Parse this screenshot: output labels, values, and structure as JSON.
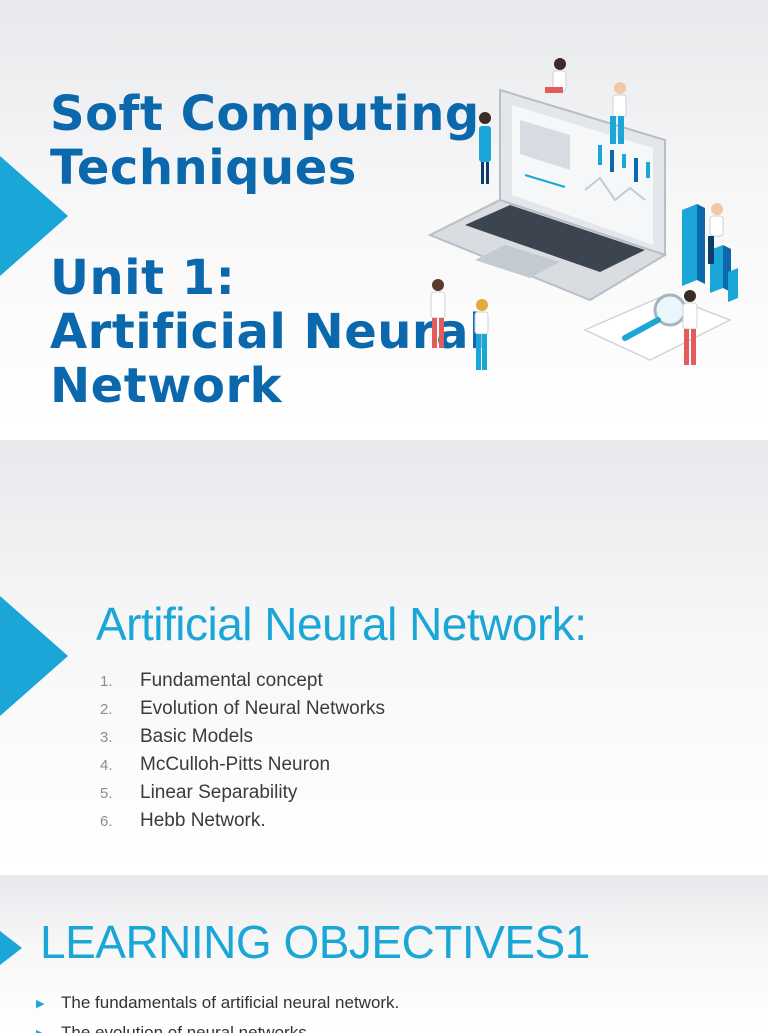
{
  "colors": {
    "title_blue": "#0b68ac",
    "accent_cyan": "#1aa6d6",
    "body_text": "#3b3b3b"
  },
  "slide1": {
    "title_lines": [
      "Soft Computing",
      "Techniques",
      "Unit 1:",
      "Artificial Neural",
      "Network"
    ],
    "illustration": "laptop-with-people-analytics-illustration"
  },
  "slide2": {
    "title": "Artificial Neural Network:",
    "items": [
      {
        "num": "1.",
        "text": "Fundamental concept"
      },
      {
        "num": "2.",
        "text": "Evolution of Neural Networks"
      },
      {
        "num": "3.",
        "text": "Basic Models"
      },
      {
        "num": "4.",
        "text": "McCulloh-Pitts Neuron"
      },
      {
        "num": "5.",
        "text": "Linear Separability"
      },
      {
        "num": "6.",
        "text": "Hebb Network."
      }
    ]
  },
  "slide3": {
    "title": "LEARNING OBJECTIVES1",
    "bullets": [
      {
        "text": "The fundamentals of artificial neural network."
      },
      {
        "text": "The evolution of neural networks"
      }
    ]
  }
}
